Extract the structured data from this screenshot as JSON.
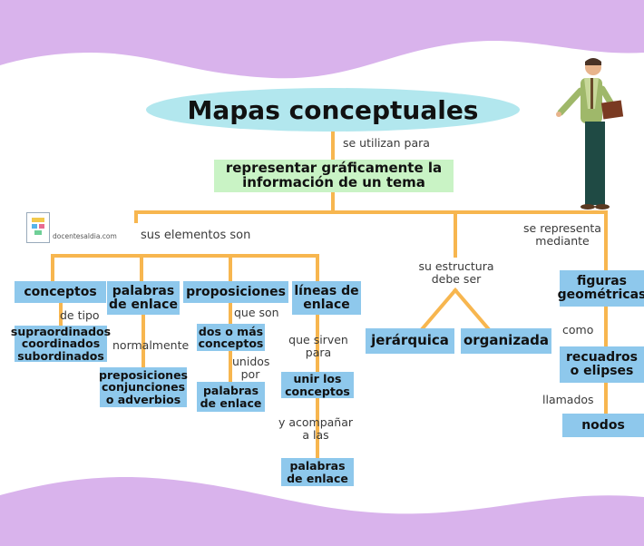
{
  "title": "Mapas conceptuales",
  "main_concept": "representar gráficamente la información de un tema",
  "links": {
    "se_utilizan": "se utilizan para",
    "sus_elementos": "sus elementos son",
    "su_estructura": "su estructura debe ser",
    "se_representa": "se representa mediante",
    "de_tipo": "de tipo",
    "normalmente": "normalmente",
    "que_son": "que son",
    "unidos_por": "unidos por",
    "que_sirven": "que sirven para",
    "y_acompanar": "y acompañar a las",
    "como": "como",
    "llamados": "llamados"
  },
  "nodes": {
    "conceptos": "conceptos",
    "palabras_enlace": "palabras de enlace",
    "proposiciones": "proposiciones",
    "lineas_enlace": "líneas de enlace",
    "supraordinados": "supraordinados coordinados subordinados",
    "preposiciones": "preposiciones conjunciones o adverbios",
    "dos_o_mas": "dos o más conceptos",
    "palabras_enlace_2": "palabras de enlace",
    "unir_conceptos": "unir los conceptos",
    "palabras_enlace_3": "palabras de enlace",
    "jerarquica": "jerárquica",
    "organizada": "organizada",
    "figuras": "figuras geométricas",
    "recuadros": "recuadros o elipses",
    "nodos": "nodos"
  },
  "logo_text": "docentesaldia.com",
  "colors": {
    "wave": "#d9b3ec",
    "line": "#f7b64f",
    "box": "#8ec8ec",
    "title_ellipse": "#b2e7ee",
    "main_box": "#c9f3c5"
  }
}
